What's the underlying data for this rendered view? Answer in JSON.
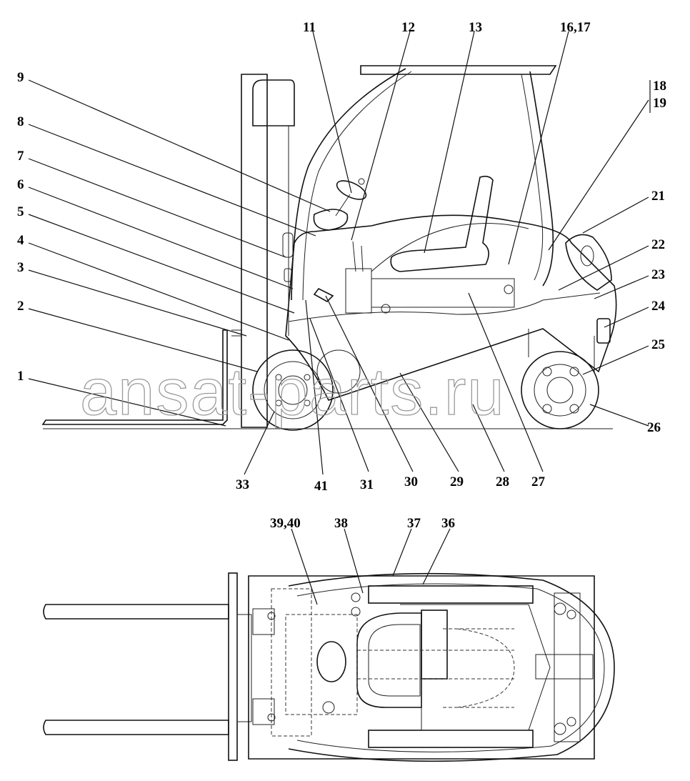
{
  "watermark": "ansat-parts.ru",
  "side_view": {
    "callouts": [
      {
        "id": "c1",
        "label": "1"
      },
      {
        "id": "c2",
        "label": "2"
      },
      {
        "id": "c3",
        "label": "3"
      },
      {
        "id": "c4",
        "label": "4"
      },
      {
        "id": "c5",
        "label": "5"
      },
      {
        "id": "c6",
        "label": "6"
      },
      {
        "id": "c7",
        "label": "7"
      },
      {
        "id": "c8",
        "label": "8"
      },
      {
        "id": "c9",
        "label": "9"
      },
      {
        "id": "c11",
        "label": "11"
      },
      {
        "id": "c12",
        "label": "12"
      },
      {
        "id": "c13",
        "label": "13"
      },
      {
        "id": "c1617",
        "label": "16,17"
      },
      {
        "id": "c18",
        "label": "18"
      },
      {
        "id": "c19",
        "label": "19"
      },
      {
        "id": "c21",
        "label": "21"
      },
      {
        "id": "c22",
        "label": "22"
      },
      {
        "id": "c23",
        "label": "23"
      },
      {
        "id": "c24",
        "label": "24"
      },
      {
        "id": "c25",
        "label": "25"
      },
      {
        "id": "c26",
        "label": "26"
      },
      {
        "id": "c27",
        "label": "27"
      },
      {
        "id": "c28",
        "label": "28"
      },
      {
        "id": "c29",
        "label": "29"
      },
      {
        "id": "c30",
        "label": "30"
      },
      {
        "id": "c31",
        "label": "31"
      },
      {
        "id": "c33",
        "label": "33"
      },
      {
        "id": "c41",
        "label": "41"
      }
    ]
  },
  "top_view": {
    "callouts": [
      {
        "id": "c3940",
        "label": "39,40"
      },
      {
        "id": "c38",
        "label": "38"
      },
      {
        "id": "c37",
        "label": "37"
      },
      {
        "id": "c36",
        "label": "36"
      }
    ]
  }
}
